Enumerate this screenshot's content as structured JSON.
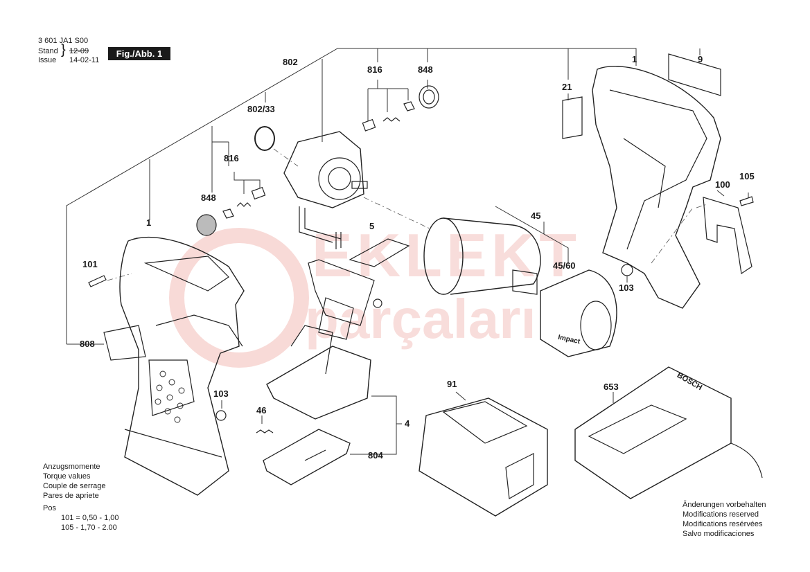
{
  "header": {
    "part_number": "3 601 JA1 S00",
    "stand_label": "Stand",
    "issue_label": "Issue",
    "stand_value": "12-09",
    "issue_value": "14-02-11",
    "figure_label": "Fig./Abb. 1"
  },
  "watermark": {
    "line1": "EKLEKT",
    "line2": "parçaları"
  },
  "callouts": {
    "c1_top": "1",
    "c9": "9",
    "c802": "802",
    "c816_top": "816",
    "c848_top": "848",
    "c21": "21",
    "c802_33": "802/33",
    "c816_left": "816",
    "c848_left": "848",
    "c1_left": "1",
    "c101": "101",
    "c5": "5",
    "c45": "45",
    "c45_60": "45/60",
    "c100": "100",
    "c105": "105",
    "c103_right": "103",
    "c808": "808",
    "c103_left": "103",
    "c46": "46",
    "c4": "4",
    "c804": "804",
    "c91": "91",
    "c653": "653"
  },
  "torque_note": {
    "lines": [
      "Anzugsmomente",
      "Torque values",
      "Couple de serrage",
      "Pares de apriete"
    ],
    "pos_label": "Pos",
    "row1": "101 =  0,50 - 1,00",
    "row2": "105 -  1,70 - 2.00"
  },
  "modification_note": {
    "lines": [
      "Änderungen vorbehalten",
      "Modifications reserved",
      "Modifications resérvées",
      "Salvo modificaciones"
    ]
  },
  "component_text": {
    "impact_label": "Impact",
    "charger_brand": "BOSCH"
  }
}
